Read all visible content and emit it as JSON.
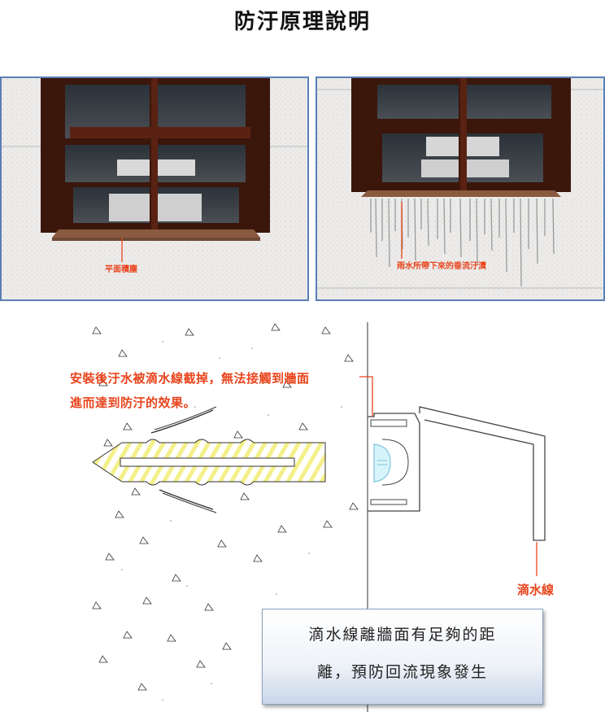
{
  "title": "防汙原理說明",
  "panels": {
    "left_caption": "平面積塵",
    "right_caption": "雨水所帶下來的垂流汙漬"
  },
  "diagram": {
    "note_line1": "安裝後汙水被滴水線截掉，無法接觸到牆面",
    "note_line2": "進而達到防汙的效果。",
    "drip_label": "滴水線"
  },
  "callout": {
    "line1": "滴水線離牆面有足夠的距",
    "line2": "離，預防回流現象發生"
  },
  "colors": {
    "accent": "#e8441c",
    "panel_border": "#5a7fb5",
    "window_frame": "#4a1e12",
    "screw_yellow": "#f4f08a"
  }
}
